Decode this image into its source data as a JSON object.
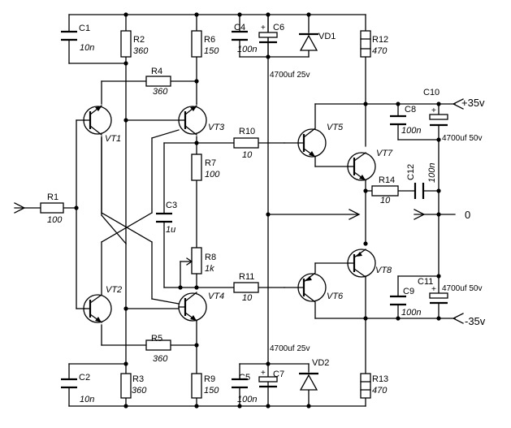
{
  "components": {
    "C1": {
      "ref": "C1",
      "value": "10n"
    },
    "R2": {
      "ref": "R2",
      "value": "360"
    },
    "R6": {
      "ref": "R6",
      "value": "150"
    },
    "C4": {
      "ref": "C4",
      "value": "100n"
    },
    "C6": {
      "ref": "C6",
      "value": "4700uf 25v"
    },
    "VD1": {
      "ref": "VD1"
    },
    "R12": {
      "ref": "R12",
      "value": "470"
    },
    "R4": {
      "ref": "R4",
      "value": "360"
    },
    "VT1": {
      "ref": "VT1"
    },
    "VT3": {
      "ref": "VT3"
    },
    "R10": {
      "ref": "R10",
      "value": "10"
    },
    "VT5": {
      "ref": "VT5"
    },
    "VT7": {
      "ref": "VT7"
    },
    "C8": {
      "ref": "C8",
      "value": "100n"
    },
    "C10": {
      "ref": "C10",
      "value": "4700uf 50v"
    },
    "R7": {
      "ref": "R7",
      "value": "100"
    },
    "R14": {
      "ref": "R14",
      "value": "10"
    },
    "C12": {
      "ref": "C12",
      "value": "100n"
    },
    "R1": {
      "ref": "R1",
      "value": "100"
    },
    "C3": {
      "ref": "C3",
      "value": "1u"
    },
    "R8": {
      "ref": "R8",
      "value": "1k"
    },
    "R11": {
      "ref": "R11",
      "value": "10"
    },
    "VT8": {
      "ref": "VT8"
    },
    "VT2": {
      "ref": "VT2"
    },
    "VT4": {
      "ref": "VT4"
    },
    "VT6": {
      "ref": "VT6"
    },
    "C9": {
      "ref": "C9",
      "value": "100n"
    },
    "C11": {
      "ref": "C11",
      "value": "4700uf 50v"
    },
    "R5": {
      "ref": "R5",
      "value": "360"
    },
    "C7": {
      "ref": "C7",
      "value": "4700uf 25v"
    },
    "VD2": {
      "ref": "VD2"
    },
    "C2": {
      "ref": "C2",
      "value": "10n"
    },
    "R3": {
      "ref": "R3",
      "value": "360"
    },
    "C5": {
      "ref": "C5",
      "value": "100n"
    },
    "R9": {
      "ref": "R9",
      "value": "150"
    },
    "R13": {
      "ref": "R13",
      "value": "470"
    }
  },
  "terminals": {
    "pos_supply": "+35v",
    "neg_supply": "-35v",
    "ground": "0"
  },
  "polarity_mark": "+"
}
